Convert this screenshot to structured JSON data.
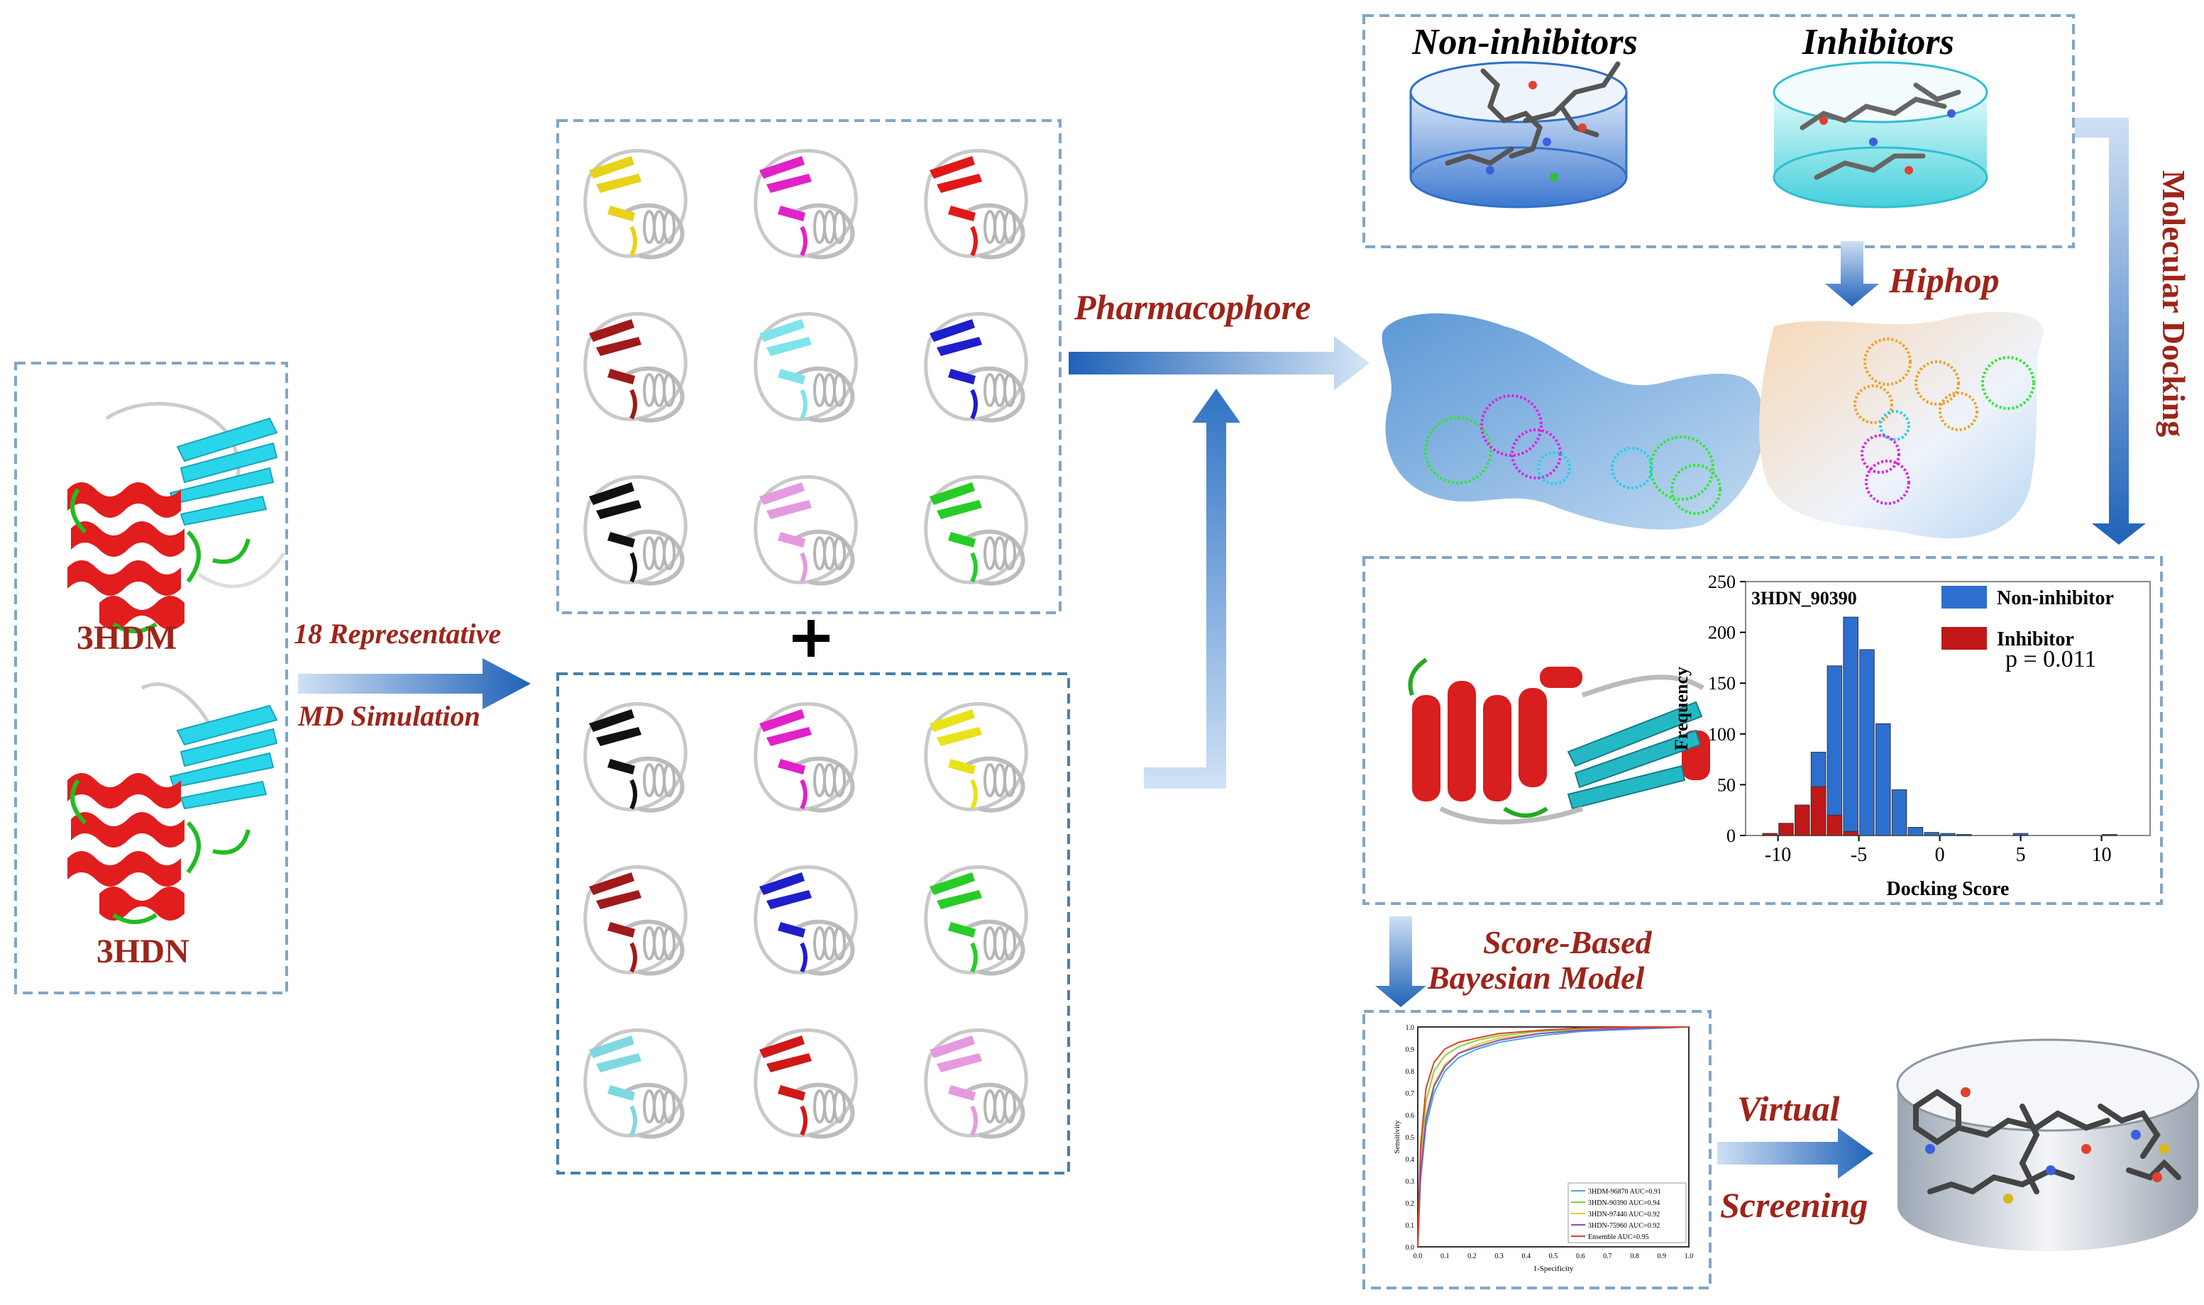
{
  "labels": {
    "pdb_top": "3HDM",
    "pdb_bottom": "3HDN",
    "arrow1_line1": "18 Representative",
    "arrow1_line2": "MD Simulation",
    "plus": "+",
    "pharmacophore": "Pharmacophore",
    "non_inhibitors": "Non-inhibitors",
    "inhibitors": "Inhibitors",
    "hiphop": "Hiphop",
    "molecular_docking": "Molecular Docking",
    "score_based_line1": "Score-Based",
    "score_based_line2": "Bayesian Model",
    "virtual": "Virtual",
    "screening": "Screening"
  },
  "colors": {
    "label_red": "#9e2419",
    "arrow_blue": "#2e6fbe",
    "dash_border": "#7fa6c9",
    "helix_red": "#e02020",
    "sheet_cyan": "#29d5ea",
    "loop_green": "#22bb22"
  },
  "conformers_top": [
    "#e8d21a",
    "#e022c8",
    "#e21818",
    "#a01a1a",
    "#7fe3ec",
    "#1e1ecc",
    "#111111",
    "#e59ae0",
    "#27cc27"
  ],
  "conformers_bottom": [
    "#111111",
    "#e022c8",
    "#e8e21a",
    "#a01a1a",
    "#1e1ecc",
    "#27cc27",
    "#7fd8e0",
    "#d01818",
    "#e59ae0"
  ],
  "histogram": {
    "chart_data": {
      "type": "bar",
      "title": "3HDN_90390",
      "xlabel": "Docking Score",
      "ylabel": "Frequency",
      "xlim": [
        -12,
        13
      ],
      "ylim": [
        0,
        250
      ],
      "xticks": [
        -10,
        -5,
        0,
        5,
        10
      ],
      "yticks": [
        0,
        50,
        100,
        150,
        200,
        250
      ],
      "annotation": "p = 0.011",
      "series": [
        {
          "name": "Non-inhibitor",
          "color": "#2c6fcf",
          "x": [
            -9.5,
            -8.5,
            -7.5,
            -6.5,
            -5.5,
            -4.5,
            -3.5,
            -2.5,
            -1.5,
            -0.5,
            0.5,
            1.5,
            5,
            10.5
          ],
          "values": [
            2,
            8,
            82,
            167,
            215,
            183,
            110,
            45,
            8,
            3,
            2,
            1,
            2,
            1
          ]
        },
        {
          "name": "Inhibitor",
          "color": "#c01818",
          "x": [
            -10.5,
            -9.5,
            -8.5,
            -7.5,
            -6.5,
            -5.5
          ],
          "values": [
            2,
            12,
            30,
            48,
            20,
            4
          ]
        }
      ]
    }
  },
  "roc": {
    "chart_data": {
      "type": "line",
      "xlabel": "1-Specificity",
      "ylabel": "Sensitivity",
      "xlim": [
        0,
        1
      ],
      "ylim": [
        0,
        1
      ],
      "ticks": [
        "0.0",
        "0.1",
        "0.2",
        "0.3",
        "0.4",
        "0.5",
        "0.6",
        "0.7",
        "0.8",
        "0.9",
        "1.0"
      ],
      "series": [
        {
          "name": "3HDM-96870 AUC=0.91",
          "color": "#4aa3e0",
          "points": [
            [
              0,
              0
            ],
            [
              0.01,
              0.3
            ],
            [
              0.03,
              0.55
            ],
            [
              0.06,
              0.7
            ],
            [
              0.1,
              0.8
            ],
            [
              0.15,
              0.86
            ],
            [
              0.22,
              0.9
            ],
            [
              0.3,
              0.93
            ],
            [
              0.45,
              0.96
            ],
            [
              0.6,
              0.98
            ],
            [
              0.8,
              0.99
            ],
            [
              1,
              1
            ]
          ]
        },
        {
          "name": "3HDN-90390 AUC=0.94",
          "color": "#8ccf3c",
          "points": [
            [
              0,
              0
            ],
            [
              0.01,
              0.4
            ],
            [
              0.03,
              0.66
            ],
            [
              0.06,
              0.8
            ],
            [
              0.1,
              0.87
            ],
            [
              0.15,
              0.91
            ],
            [
              0.22,
              0.94
            ],
            [
              0.3,
              0.96
            ],
            [
              0.45,
              0.98
            ],
            [
              0.6,
              0.99
            ],
            [
              0.8,
              1
            ],
            [
              1,
              1
            ]
          ]
        },
        {
          "name": "3HDN-97440 AUC=0.92",
          "color": "#e6c82a",
          "points": [
            [
              0,
              0
            ],
            [
              0.01,
              0.35
            ],
            [
              0.03,
              0.6
            ],
            [
              0.06,
              0.74
            ],
            [
              0.1,
              0.83
            ],
            [
              0.15,
              0.88
            ],
            [
              0.22,
              0.92
            ],
            [
              0.3,
              0.95
            ],
            [
              0.45,
              0.97
            ],
            [
              0.6,
              0.985
            ],
            [
              0.8,
              0.995
            ],
            [
              1,
              1
            ]
          ]
        },
        {
          "name": "3HDN-75960 AUC=0.92",
          "color": "#8a4cc9",
          "points": [
            [
              0,
              0
            ],
            [
              0.01,
              0.33
            ],
            [
              0.03,
              0.58
            ],
            [
              0.06,
              0.73
            ],
            [
              0.1,
              0.82
            ],
            [
              0.15,
              0.88
            ],
            [
              0.22,
              0.91
            ],
            [
              0.3,
              0.94
            ],
            [
              0.45,
              0.97
            ],
            [
              0.6,
              0.985
            ],
            [
              0.8,
              0.995
            ],
            [
              1,
              1
            ]
          ]
        },
        {
          "name": "Ensemble  AUC=0.95",
          "color": "#e0402a",
          "points": [
            [
              0,
              0
            ],
            [
              0.01,
              0.45
            ],
            [
              0.03,
              0.72
            ],
            [
              0.06,
              0.84
            ],
            [
              0.1,
              0.9
            ],
            [
              0.15,
              0.93
            ],
            [
              0.22,
              0.95
            ],
            [
              0.3,
              0.97
            ],
            [
              0.45,
              0.985
            ],
            [
              0.6,
              0.995
            ],
            [
              0.8,
              1
            ],
            [
              1,
              1
            ]
          ]
        }
      ]
    }
  }
}
